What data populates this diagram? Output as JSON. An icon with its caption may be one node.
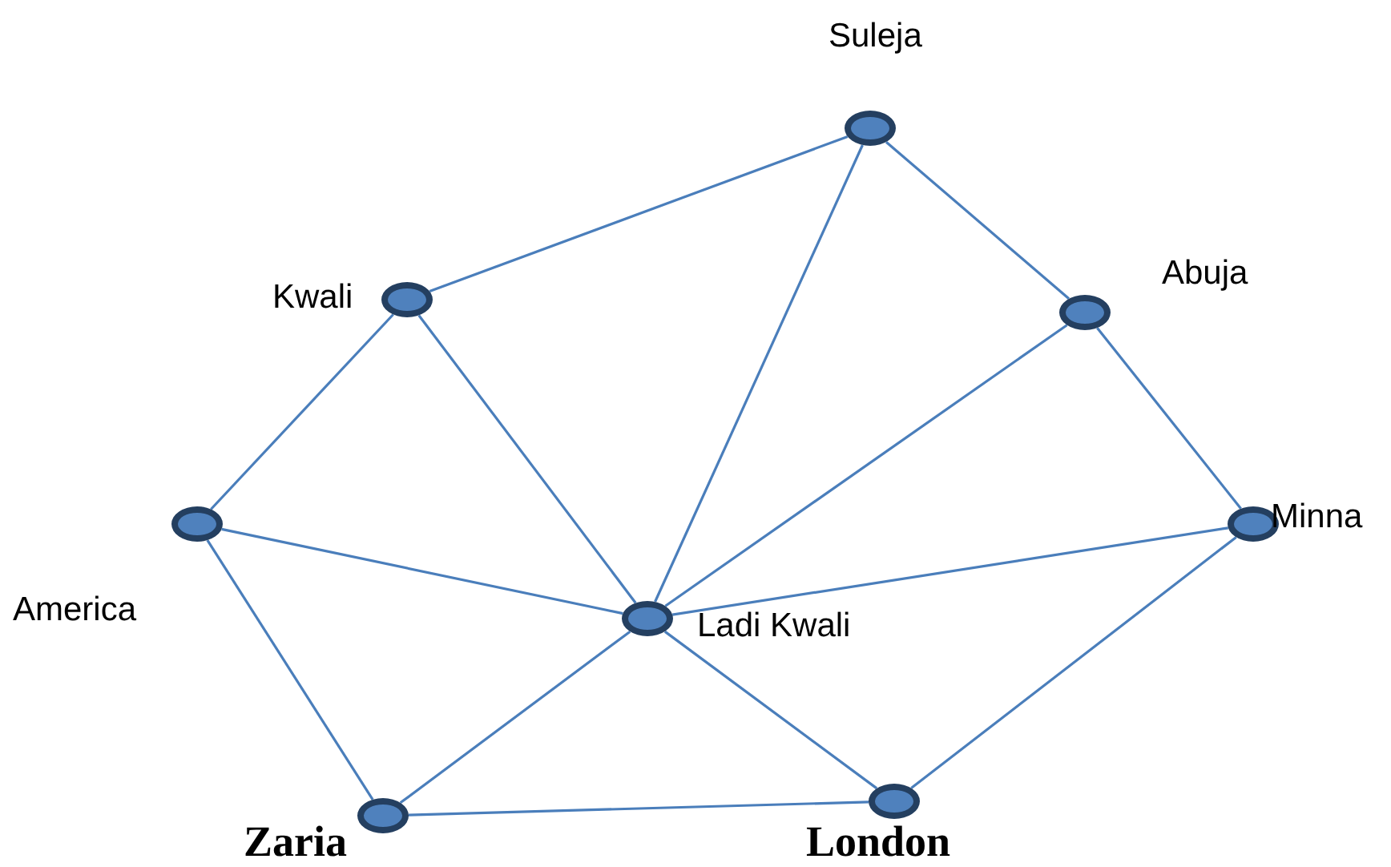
{
  "diagram": {
    "nodes": [
      {
        "text": [],
        "shape": "circle",
        "beside": [
          "Suleja"
        ]
      },
      {
        "text": [],
        "shape": "circle",
        "beside": [
          "Kwali"
        ]
      },
      {
        "text": [],
        "shape": "circle",
        "beside": [
          "Abuja"
        ]
      },
      {
        "text": [],
        "shape": "circle",
        "beside": [
          "America"
        ]
      },
      {
        "text": [],
        "shape": "circle",
        "beside": [
          "Minna"
        ]
      },
      {
        "text": [],
        "shape": "circle",
        "beside": [
          "Ladi Kwali"
        ]
      },
      {
        "text": [],
        "shape": "circle",
        "beside": [
          "Zaria"
        ]
      },
      {
        "text": [],
        "shape": "circle",
        "beside": [
          "London"
        ]
      }
    ],
    "edges": [
      {
        "from": 1,
        "to": 0,
        "arrow": "none"
      },
      {
        "from": 0,
        "to": 5,
        "arrow": "none"
      },
      {
        "from": 0,
        "to": 2,
        "arrow": "none"
      },
      {
        "from": 1,
        "to": 3,
        "arrow": "none"
      },
      {
        "from": 1,
        "to": 5,
        "arrow": "none"
      },
      {
        "from": 2,
        "to": 5,
        "arrow": "none"
      },
      {
        "from": 2,
        "to": 4,
        "arrow": "none"
      },
      {
        "from": 3,
        "to": 5,
        "arrow": "none"
      },
      {
        "from": 3,
        "to": 6,
        "arrow": "none"
      },
      {
        "from": 5,
        "to": 4,
        "arrow": "none"
      },
      {
        "from": 5,
        "to": 6,
        "arrow": "none"
      },
      {
        "from": 5,
        "to": 7,
        "arrow": "none"
      },
      {
        "from": 6,
        "to": 7,
        "arrow": "none"
      },
      {
        "from": 7,
        "to": 4,
        "arrow": "none"
      }
    ]
  }
}
